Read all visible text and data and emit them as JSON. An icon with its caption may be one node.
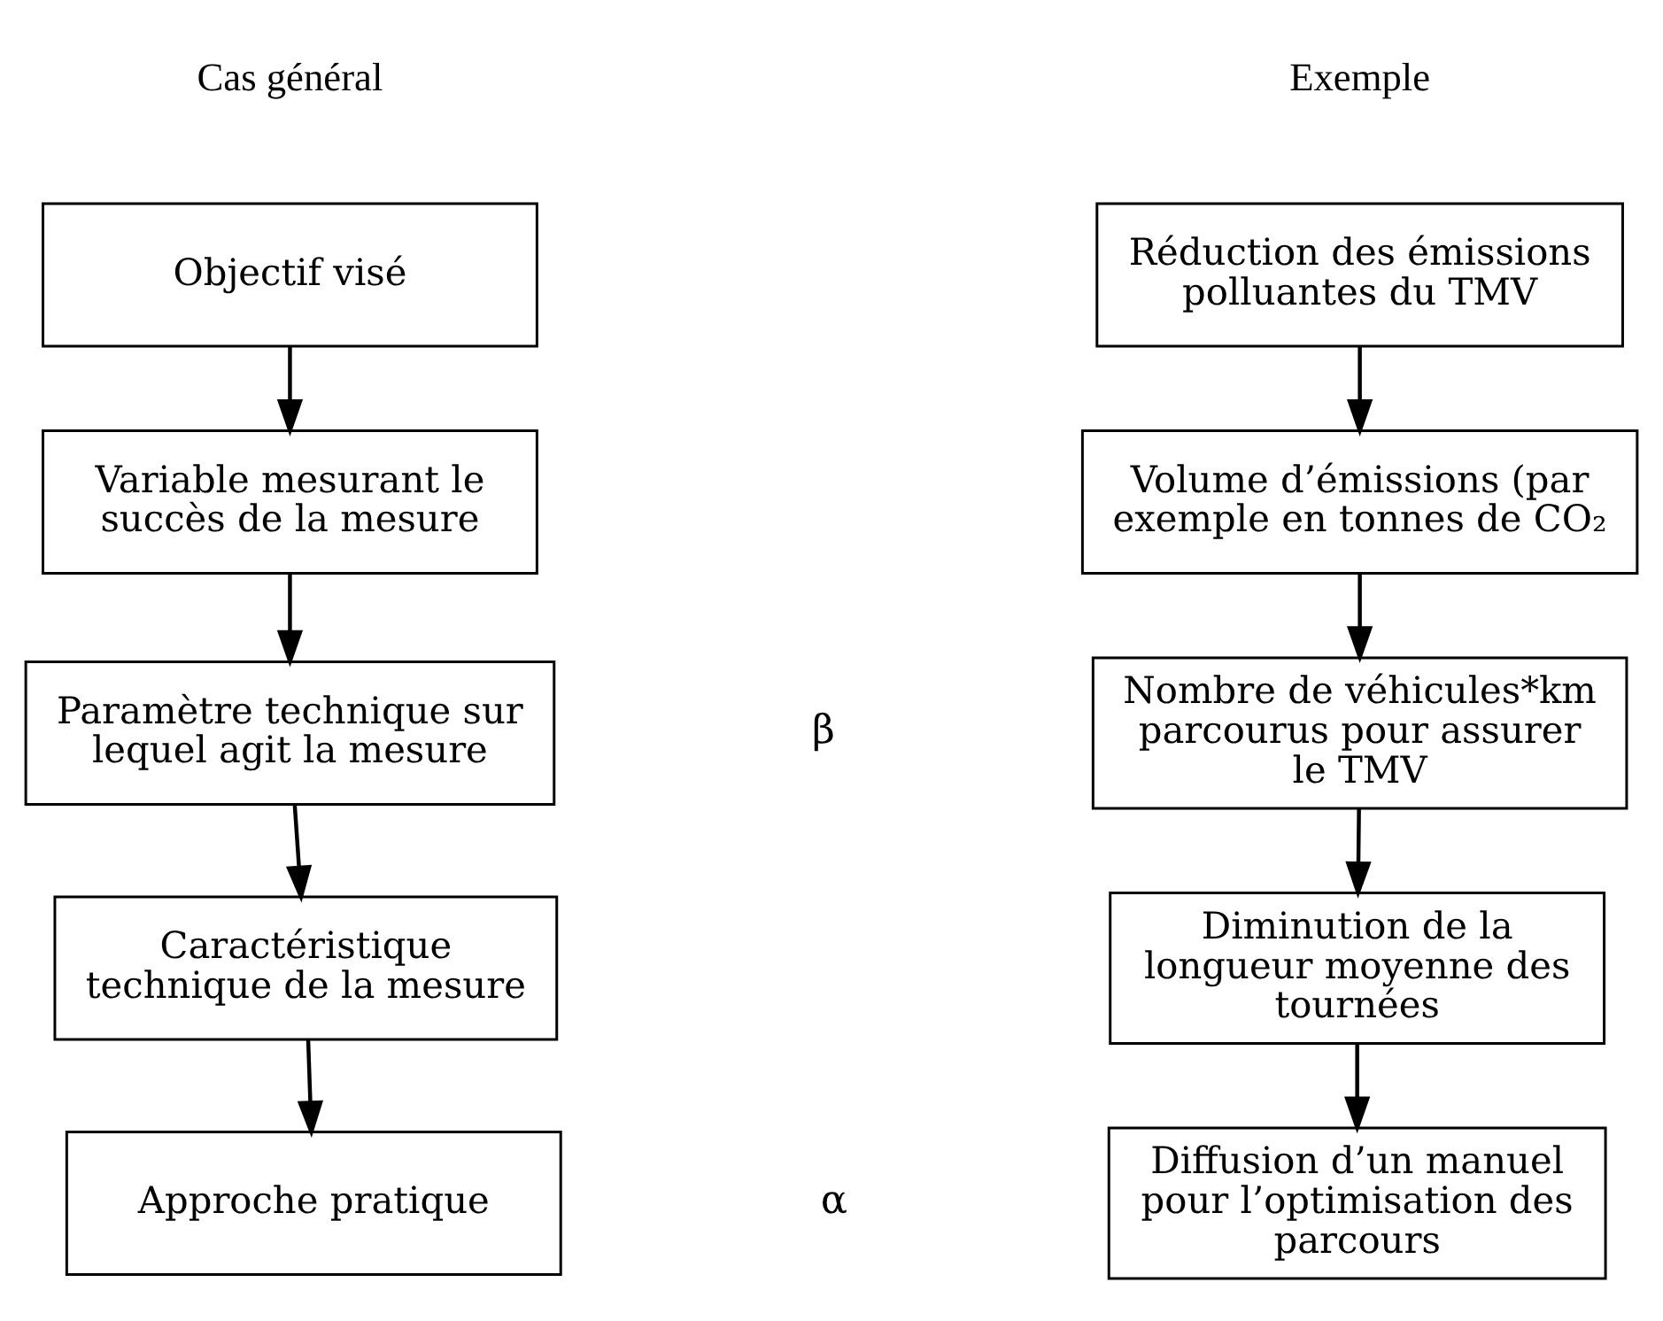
{
  "diagram": {
    "nodes": [
      {
        "text": [
          "Objectif visé"
        ]
      },
      {
        "text": [
          "Variable mesurant le succès de la mesure"
        ]
      },
      {
        "text": [
          "Paramètre technique sur lequel agit la mesure"
        ]
      },
      {
        "text": [
          "Caractéristique technique de la mesure"
        ]
      },
      {
        "text": [
          "Approche pratique"
        ]
      },
      {
        "text": [
          "Réduction des émissions polluantes du TMV"
        ]
      },
      {
        "text": [
          "Volume d’émissions (par exemple en tonnes de CO₂"
        ]
      },
      {
        "text": [
          "Nombre de véhicules*km parcourus pour assurer le TMV"
        ]
      },
      {
        "text": [
          "Diminution de la longueur moyenne des tournées"
        ]
      },
      {
        "text": [
          "Diffusion d’un manuel pour l’optimisation des parcours"
        ]
      }
    ],
    "edges": [
      {
        "from": 0,
        "to": 1,
        "arrow": "to"
      },
      {
        "from": 1,
        "to": 2,
        "arrow": "to"
      },
      {
        "from": 2,
        "to": 3,
        "arrow": "to"
      },
      {
        "from": 3,
        "to": 4,
        "arrow": "to"
      },
      {
        "from": 5,
        "to": 6,
        "arrow": "to"
      },
      {
        "from": 6,
        "to": 7,
        "arrow": "to"
      },
      {
        "from": 7,
        "to": 8,
        "arrow": "to"
      },
      {
        "from": 8,
        "to": 9,
        "arrow": "to"
      }
    ],
    "labels": [
      "Cas général",
      "Exemple",
      "β",
      "α"
    ]
  }
}
